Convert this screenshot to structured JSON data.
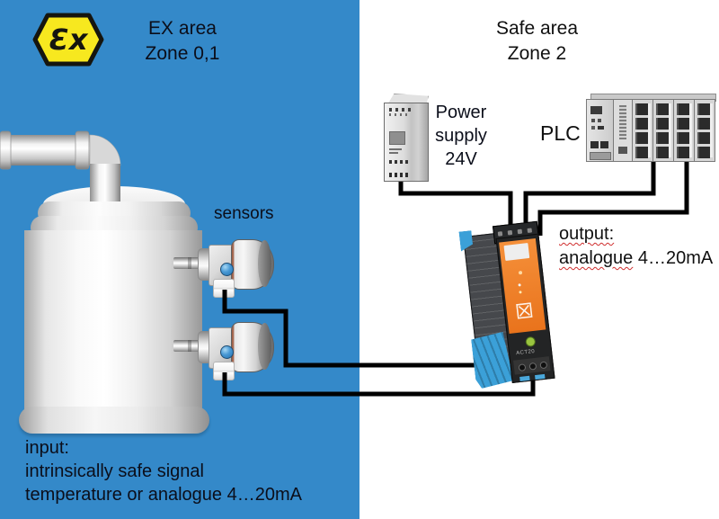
{
  "ex_area": {
    "title": "EX area",
    "zone": "Zone 0,1",
    "symbol": "Ɛx"
  },
  "safe_area": {
    "title": "Safe area",
    "zone": "Zone 2"
  },
  "tank": {
    "sensors_label": "sensors"
  },
  "power_supply": {
    "lines": [
      "Power",
      "supply",
      "24V"
    ]
  },
  "plc": {
    "label": "PLC"
  },
  "isolator": {
    "model_label": "ACT20"
  },
  "output": {
    "line1": "output:",
    "line2_wavy": "analogue",
    "line2_rest": " 4…20mA"
  },
  "input": {
    "line1": "input:",
    "line2": "intrinsically safe signal",
    "line3": "temperature or analogue 4…20mA"
  },
  "colors": {
    "ex_zone_blue": "#3489c9",
    "atex_yellow": "#f7e81f",
    "isolator_orange": "#ef7d1d",
    "connector_blue": "#3ba0d8",
    "wire_black": "#000000",
    "spellcheck_red": "#cf2e2e"
  }
}
